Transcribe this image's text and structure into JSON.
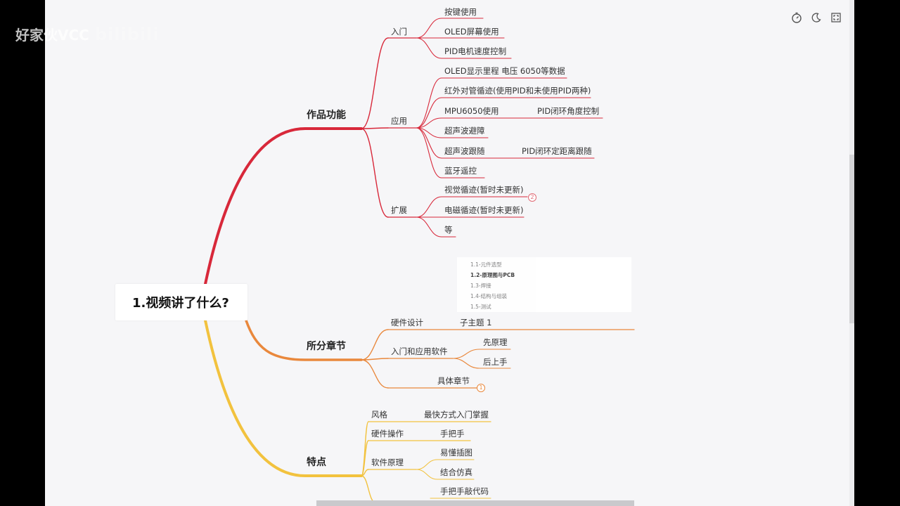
{
  "watermark": {
    "text": "好家伙VCC",
    "logo": "bilibili"
  },
  "toolbar": {
    "timer_icon": "timer-icon",
    "theme_icon": "moon-icon",
    "fullscreen_icon": "fullscreen-icon"
  },
  "colors": {
    "red": "#d8283a",
    "orange": "#e9883c",
    "yellow": "#f2c23e"
  },
  "mindmap": {
    "root": "1.视频讲了什么?",
    "branches": {
      "features": {
        "label": "作品功能",
        "intro": {
          "label": "入门",
          "items": [
            "按键使用",
            "OLED屏幕使用",
            "PID电机速度控制"
          ]
        },
        "apps": {
          "label": "应用",
          "items": [
            "OLED显示里程 电压 6050等数据",
            "红外对管循迹(使用PID和未使用PID两种)",
            "MPU6050使用",
            "超声波避障",
            "超声波跟随",
            "蓝牙遥控"
          ],
          "sub_mpu": "PID闭环角度控制",
          "sub_follow": "PID闭环定距离跟随"
        },
        "ext": {
          "label": "扩展",
          "items": [
            "视觉循迹(暂时未更新)",
            "电磁循迹(暂时未更新)",
            "等"
          ],
          "badge": "2"
        }
      },
      "chapters": {
        "label": "所分章节",
        "hw": {
          "label": "硬件设计",
          "child": "子主题 1"
        },
        "sw": {
          "label": "入门和应用软件",
          "items": [
            "先原理",
            "后上手"
          ]
        },
        "detail": {
          "label": "具体章节",
          "badge": "1"
        },
        "toc": [
          "1.1-元件选型",
          "1.2-原理图与PCB",
          "1.3-焊接",
          "1.4-结构与组装",
          "1.5-测试"
        ]
      },
      "traits": {
        "label": "特点",
        "style": {
          "label": "风格",
          "child": "最快方式入门掌握"
        },
        "hwop": {
          "label": "硬件操作",
          "child": "手把手"
        },
        "swp": {
          "label": "软件原理",
          "items": [
            "易懂插图",
            "结合仿真"
          ]
        },
        "code": "手把手敲代码"
      }
    }
  }
}
